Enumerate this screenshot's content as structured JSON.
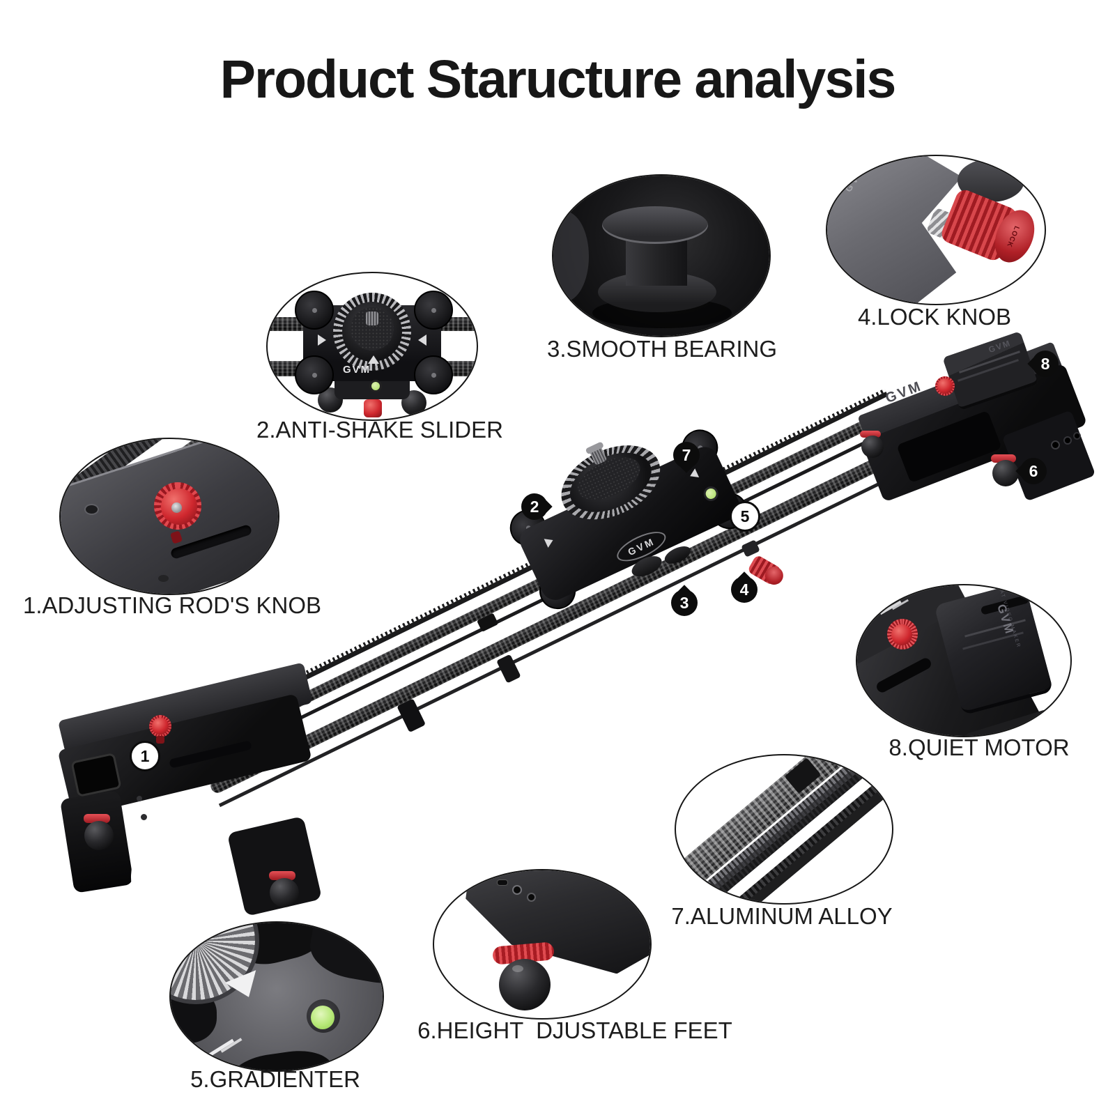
{
  "title": "Product Staructure analysis",
  "brand": {
    "name": "GVM",
    "tagline": "GREAT VIDEO MAKER"
  },
  "callouts": [
    {
      "num": "1",
      "label": "1.ADJUSTING ROD'S KNOB"
    },
    {
      "num": "2",
      "label": "2.ANTI-SHAKE SLIDER"
    },
    {
      "num": "3",
      "label": "3.SMOOTH BEARING"
    },
    {
      "num": "4",
      "label": "4.LOCK KNOB",
      "knob_text": "LOCK"
    },
    {
      "num": "5",
      "label": "5.GRADIENTER"
    },
    {
      "num": "6",
      "label": "6.HEIGHT  DJUSTABLE FEET"
    },
    {
      "num": "7",
      "label": "7.ALUMINUM ALLOY"
    },
    {
      "num": "8",
      "label": "8.QUIET MOTOR"
    }
  ],
  "badges": [
    {
      "n": "1"
    },
    {
      "n": "2"
    },
    {
      "n": "3"
    },
    {
      "n": "4"
    },
    {
      "n": "5"
    },
    {
      "n": "6"
    },
    {
      "n": "7"
    },
    {
      "n": "8"
    }
  ],
  "colors": {
    "accent_red": "#c9252c",
    "bubble_green": "#b5e878",
    "ink": "#1c1c1c"
  }
}
